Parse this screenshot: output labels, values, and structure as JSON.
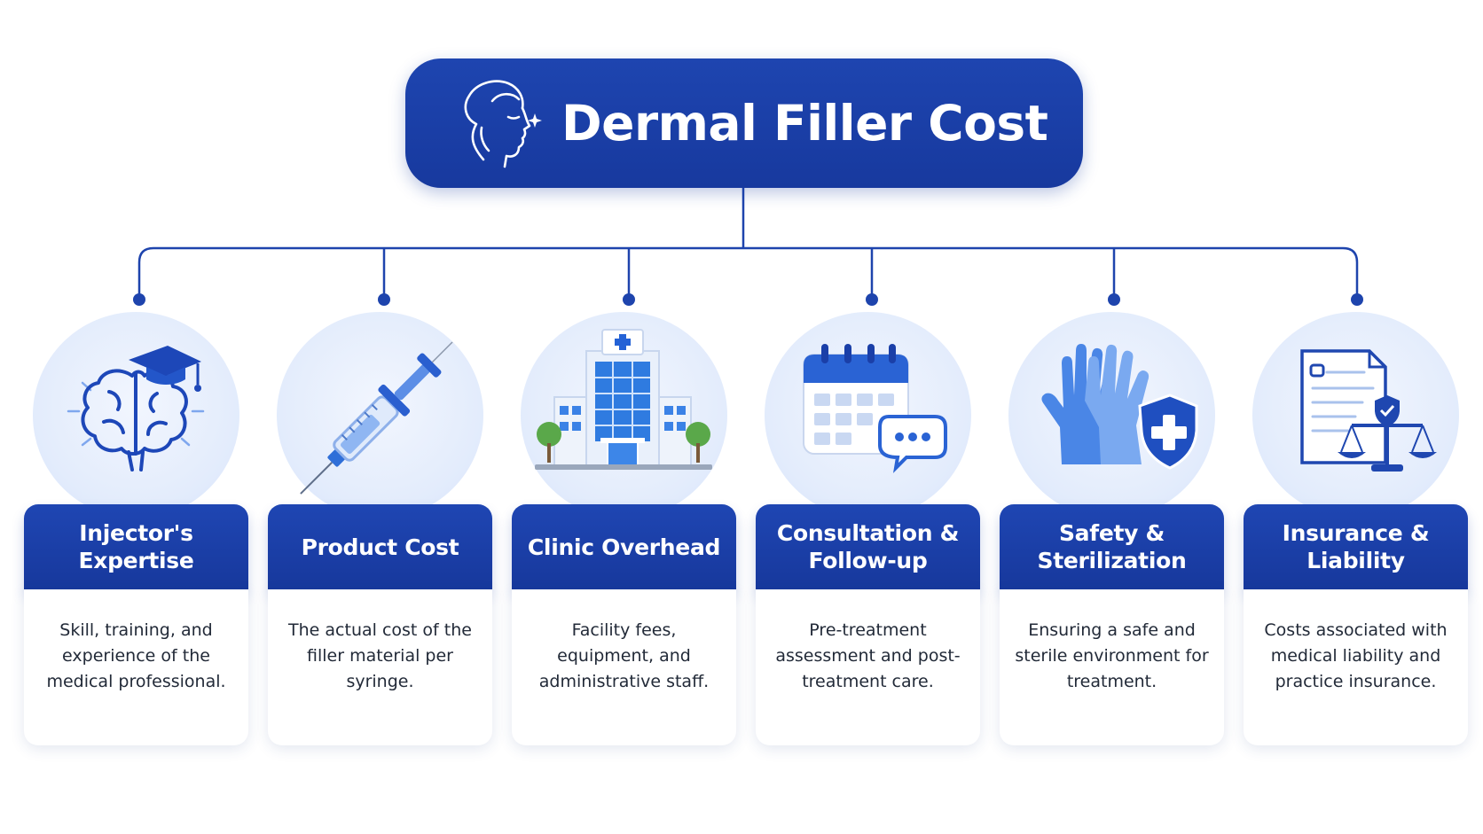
{
  "header": {
    "title": "Dermal Filler Cost",
    "icon": "face-profile-icon"
  },
  "colors": {
    "primary": "#1a3fa8",
    "halo": "#e3ecfc",
    "body_text": "#222a38",
    "background": "#ffffff"
  },
  "cards": [
    {
      "icon": "brain-graduation-cap-icon",
      "title": "Injector's\nExpertise",
      "description": "Skill, training, and experience of the medical professional."
    },
    {
      "icon": "syringe-icon",
      "title": "Product Cost",
      "description": "The actual cost of the filler material per syringe."
    },
    {
      "icon": "clinic-building-icon",
      "title": "Clinic Overhead",
      "description": "Facility fees, equipment, and administrative staff."
    },
    {
      "icon": "calendar-chat-icon",
      "title": "Consultation &\nFollow-up",
      "description": "Pre-treatment assessment and post-treatment care."
    },
    {
      "icon": "gloves-shield-icon",
      "title": "Safety &\nSterilization",
      "description": "Ensuring a safe and sterile environment for treatment."
    },
    {
      "icon": "document-scales-icon",
      "title": "Insurance &\nLiability",
      "description": "Costs associated with medical liability and practice insurance."
    }
  ]
}
